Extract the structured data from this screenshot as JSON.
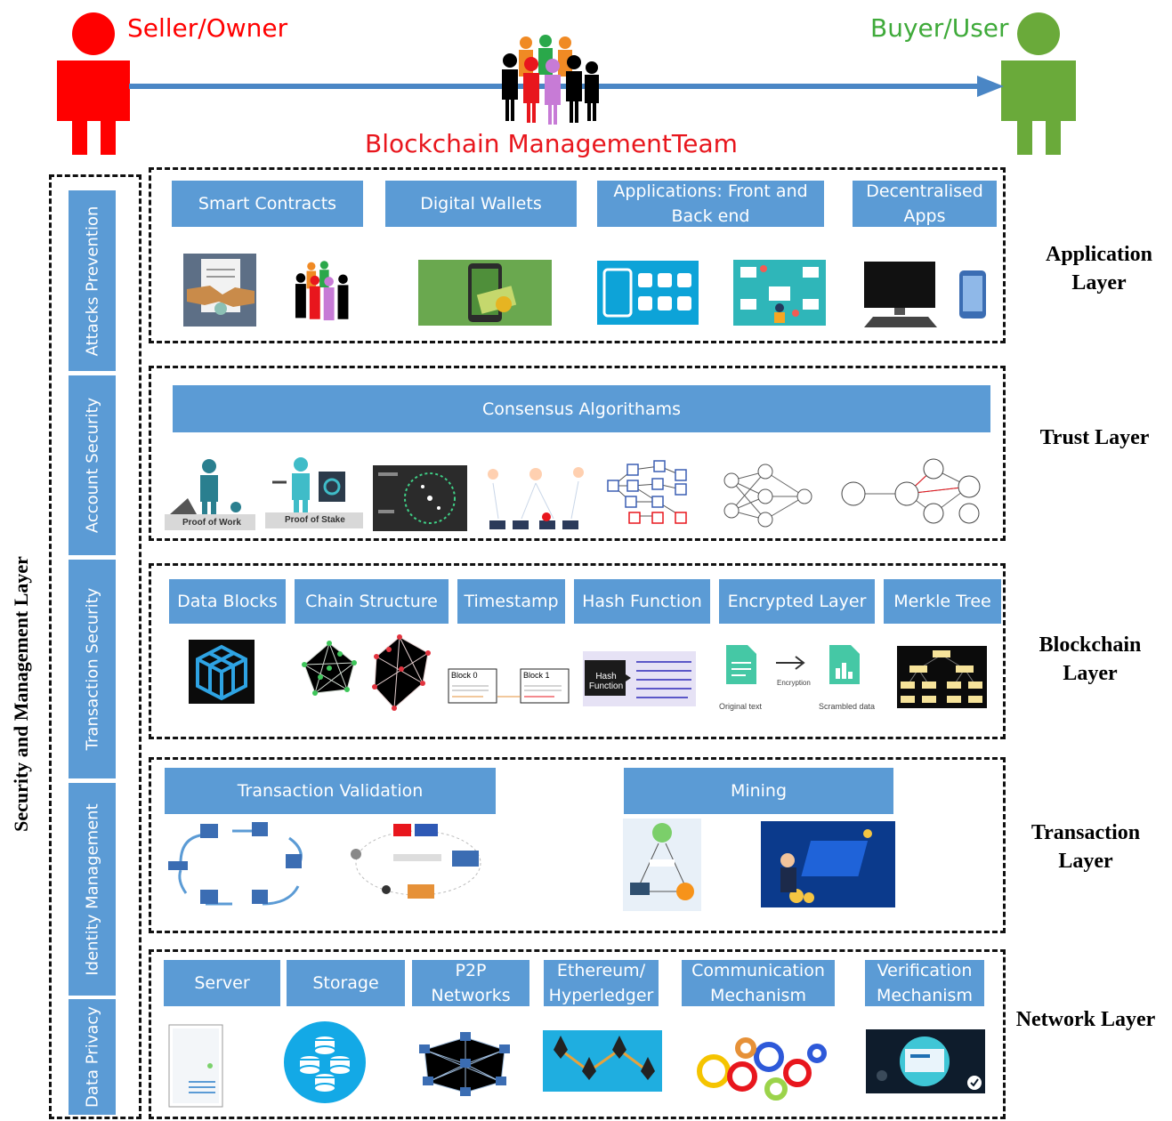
{
  "actors": {
    "seller": "Seller/Owner",
    "buyer": "Buyer/User",
    "team": "Blockchain ManagementTeam",
    "colors": {
      "seller": "#ff0000",
      "buyer": "#6aaa3a",
      "team": "#e8161d",
      "arrow": "#4a86c5"
    }
  },
  "side_title": "Security and Management Layer",
  "security_tabs": [
    "Attacks Prevention",
    "Account Security",
    "Transaction Security",
    "Identity Management",
    "Data Privacy"
  ],
  "layers": {
    "application": {
      "name": "Application Layer",
      "items": [
        "Smart Contracts",
        "Digital Wallets",
        "Applications: Front and Back end",
        "Decentralised Apps"
      ]
    },
    "trust": {
      "name": "Trust Layer",
      "items": [
        "Consensus Algorithams"
      ],
      "captions": [
        "Proof of Work",
        "Proof of Stake"
      ]
    },
    "blockchain": {
      "name": "Blockchain Layer",
      "items": [
        "Data Blocks",
        "Chain Structure",
        "Timestamp",
        "Hash Function",
        "Encrypted Layer",
        "Merkle Tree"
      ],
      "captions": {
        "block0": "Block 0",
        "block1": "Block 1",
        "hash": "Hash Function",
        "original": "Original text",
        "encryption": "Encryption",
        "scrambled": "Scrambled data"
      }
    },
    "transaction": {
      "name": "Transaction Layer",
      "items": [
        "Transaction Validation",
        "Mining"
      ]
    },
    "network": {
      "name": "Network Layer",
      "items": [
        "Server",
        "Storage",
        "P2P Networks",
        "Ethereum/ Hyperledger",
        "Communication Mechanism",
        "Verification Mechanism"
      ]
    }
  },
  "accent": "#5b9bd5"
}
